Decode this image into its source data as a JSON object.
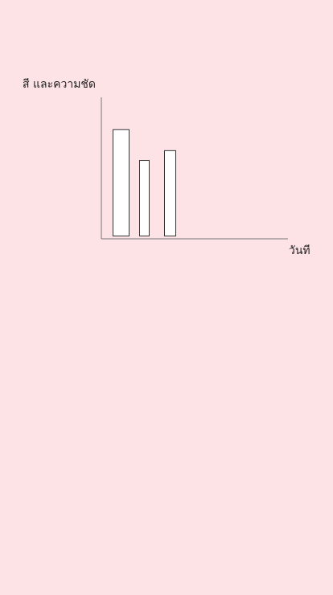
{
  "colors": {
    "background": "#fde2e6",
    "bar_fill": "#ffffff",
    "bar_stroke": "#333333",
    "axis": "#777777",
    "text": "#222222"
  },
  "chart_data": {
    "type": "bar",
    "ylabel": "สี และความชัด",
    "xlabel": "วันที",
    "ylim": [
      0,
      100
    ],
    "grid": false,
    "series": [
      {
        "values": [
          76,
          54,
          61
        ]
      }
    ],
    "categories": [
      "",
      "",
      ""
    ]
  }
}
